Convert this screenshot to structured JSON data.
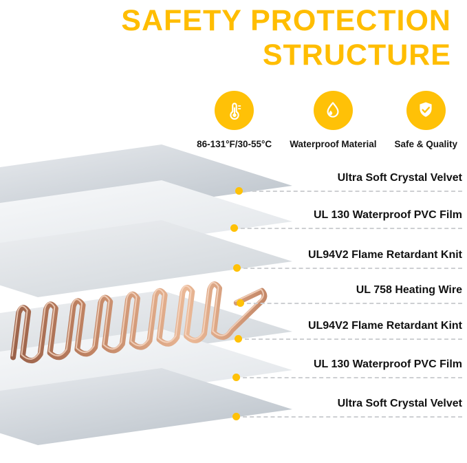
{
  "header": {
    "title_line1": "SAFETY PROTECTION",
    "title_line2": "STRUCTURE"
  },
  "features": [
    {
      "icon": "thermometer-icon",
      "label": "86-131°F/30-55°C"
    },
    {
      "icon": "waterproof-icon",
      "label": "Waterproof Material"
    },
    {
      "icon": "shield-check-icon",
      "label": "Safe & Quality"
    }
  ],
  "layers": [
    {
      "label": "Ultra Soft Crystal Velvet"
    },
    {
      "label": "UL 130 Waterproof PVC Film"
    },
    {
      "label": "UL94V2 Flame Retardant Knit"
    },
    {
      "label": "UL 758 Heating Wire"
    },
    {
      "label": "UL94V2 Flame Retardant Kint"
    },
    {
      "label": "UL 130 Waterproof PVC Film"
    },
    {
      "label": "Ultra Soft Crystal Velvet"
    }
  ],
  "colors": {
    "accent": "#FFC107",
    "title": "#FFBD00",
    "wire": "#C98868"
  }
}
